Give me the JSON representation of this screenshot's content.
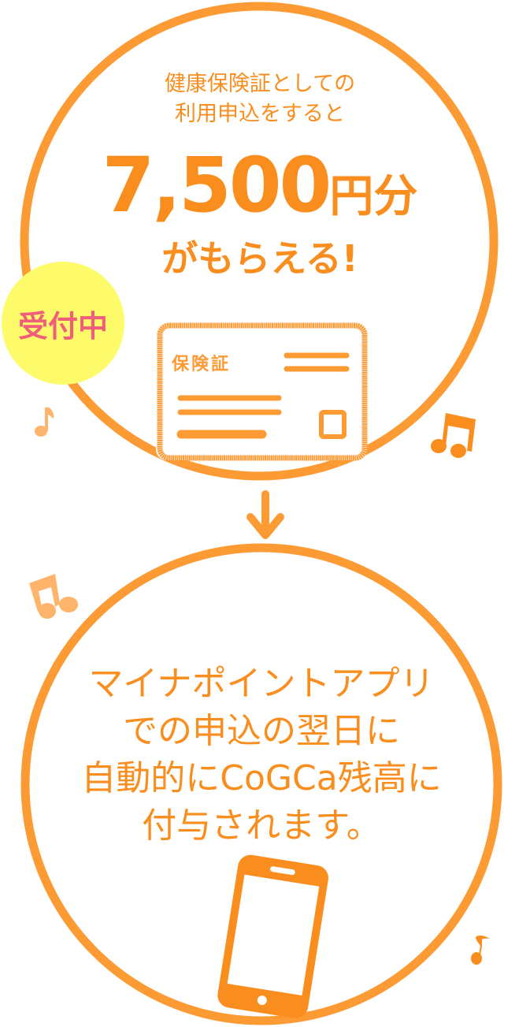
{
  "top_panel": {
    "intro_lines": [
      "健康保険証としての",
      "利用申込をすると"
    ],
    "amount_number": "7,500",
    "amount_unit": "円分",
    "amount_suffix": "がもらえる!",
    "badge_label": "受付中",
    "card_label": "保険証"
  },
  "bottom_panel": {
    "description_lines": [
      "マイナポイントアプリ",
      "での申込の翌日に",
      "自動的にCoGCa残高に",
      "付与されます。"
    ]
  },
  "icons": [
    "music-note-icon",
    "double-music-note-icon",
    "arrow-down-icon",
    "insurance-card-icon",
    "smartphone-icon"
  ],
  "colors": {
    "primary_orange": "#fc9a34",
    "text_orange": "#f98d1e",
    "light_orange": "#feb46a",
    "badge_yellow": "#fefb6a",
    "badge_pink": "#ef5f7c"
  }
}
